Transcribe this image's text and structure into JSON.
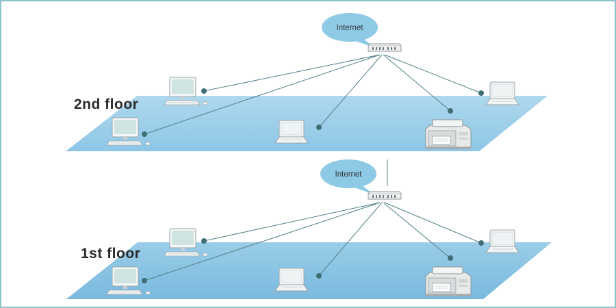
{
  "floors": [
    {
      "id": "floor-2",
      "label": "2nd floor",
      "internet_label": "Internet"
    },
    {
      "id": "floor-1",
      "label": "1st floor",
      "internet_label": "Internet"
    }
  ],
  "colors": {
    "floor_top": "#a8d4ec",
    "floor_bottom": "#7fbde0",
    "line": "#4e7f86",
    "node": "#3f6e75",
    "bubble": "#8ec9e6",
    "frame": "#8cc4c8"
  },
  "icons": [
    "router-icon",
    "desktop-computer-icon",
    "laptop-icon",
    "printer-icon"
  ]
}
